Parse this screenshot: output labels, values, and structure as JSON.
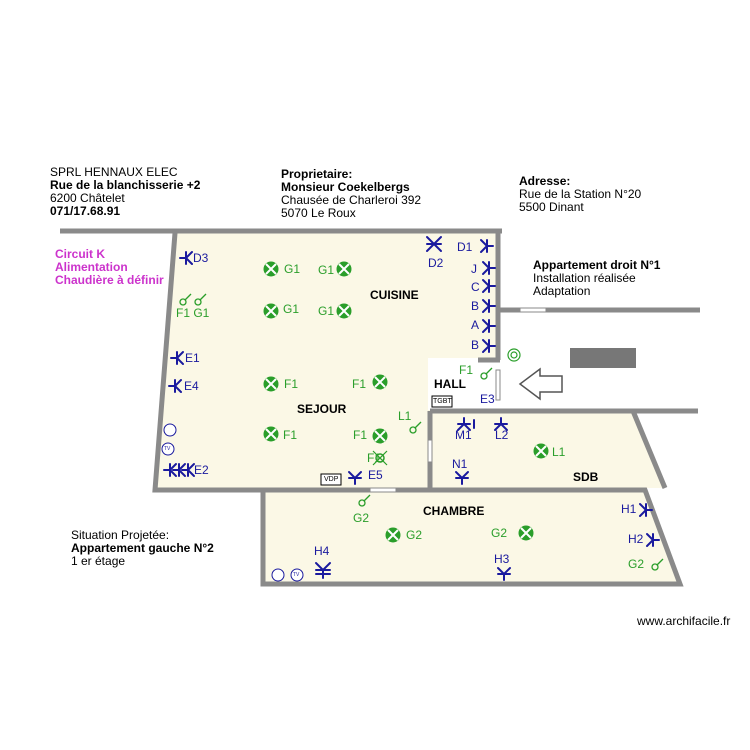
{
  "company": {
    "name": "SPRL HENNAUX ELEC",
    "street": "Rue de la blanchisserie +2",
    "city": "6200 Châtelet",
    "phone": "071/17.68.91"
  },
  "owner": {
    "heading": "Proprietaire:",
    "name": "Monsieur Coekelbergs",
    "street": "Chausée de Charleroi 392",
    "city": "5070 Le Roux"
  },
  "address": {
    "heading": "Adresse:",
    "street": "Rue de la Station N°20",
    "city": "5500 Dinant"
  },
  "circuit": {
    "line1": "Circuit  K",
    "line2": "Alimentation",
    "line3": "Chaudière à définir"
  },
  "apartment_right": {
    "line1": "Appartement droit N°1",
    "line2": "Installation réalisée",
    "line3": "Adaptation"
  },
  "situation": {
    "line1": "Situation Projetée:",
    "line2": "Appartement gauche N°2",
    "line3": "1 er étage"
  },
  "rooms": {
    "cuisine": "CUISINE",
    "sejour": "SEJOUR",
    "hall": "HALL",
    "sdb": "SDB",
    "chambre": "CHAMBRE"
  },
  "panel_labels": {
    "tgbt": "TGBT",
    "vdp": "VDP"
  },
  "small_icons": {
    "tv": "TV"
  },
  "labels": {
    "D3": "D3",
    "D1": "D1",
    "D2": "D2",
    "J": "J",
    "C": "C",
    "B1": "B",
    "A": "A",
    "B2": "B",
    "E1": "E1",
    "E4": "E4",
    "E2": "E2",
    "E3": "E3",
    "E5": "E5",
    "F1": "F1",
    "G1": "G1",
    "G2": "G2",
    "L1": "L1",
    "L2": "L2",
    "M1": "M1",
    "N1": "N1",
    "H1": "H1",
    "H2": "H2",
    "H3": "H3",
    "H4": "H4",
    "F1G1": "F1 G1"
  },
  "colors": {
    "wall": "#8a8a8a",
    "floor": "#fbf8e6",
    "socket_blue": "#1a1a9e",
    "light_green": "#2a9e2a",
    "magenta": "#cc33cc"
  },
  "watermark": "www.archifacile.fr"
}
